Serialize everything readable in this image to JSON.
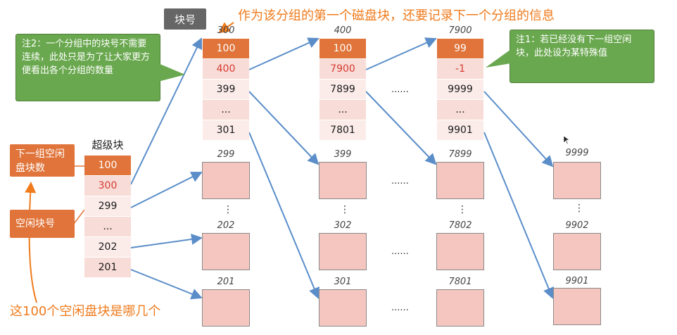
{
  "headline": "作为该分组的第一个磁盘块，还要记录下一个分组的信息",
  "bottom_question": "这100个空闲盘块是哪几个",
  "block_num_tag": "块号",
  "note2": "注2：一个分组中的块号不需要连续，此处只是为了让大家更方便看出各个分组的数量",
  "note1": "注1：若已经没有下一组空闲块，此处设为某特殊值",
  "label_next_group": "下一组空闲盘块数",
  "label_free_block_no": "空闲块号",
  "superblock": {
    "title": "超级块",
    "cells": [
      "100",
      "300",
      "299",
      "...",
      "202",
      "201"
    ]
  },
  "group_blocks": [
    {
      "block_no": "300",
      "cells": [
        "100",
        "400",
        "399",
        "...",
        "301"
      ]
    },
    {
      "block_no": "400",
      "cells": [
        "100",
        "7900",
        "7899",
        "...",
        "7801"
      ]
    },
    {
      "block_no": "7900",
      "cells": [
        "99",
        "-1",
        "9999",
        "...",
        "9901"
      ]
    }
  ],
  "mid_dots": "......",
  "disk_labels": {
    "col1": [
      "299",
      "202",
      "201"
    ],
    "col2": [
      "399",
      "302",
      "301"
    ],
    "col3": [
      "7899",
      "7802",
      "7801"
    ],
    "col4": [
      "9999",
      "9902",
      "9901"
    ]
  },
  "vdots": "⋮",
  "colors": {
    "orange": "#e0743a",
    "green": "#6aa84f",
    "arrow": "#5b8ec9",
    "disk": "#f5c6bf",
    "headline": "#ef7b1c"
  }
}
